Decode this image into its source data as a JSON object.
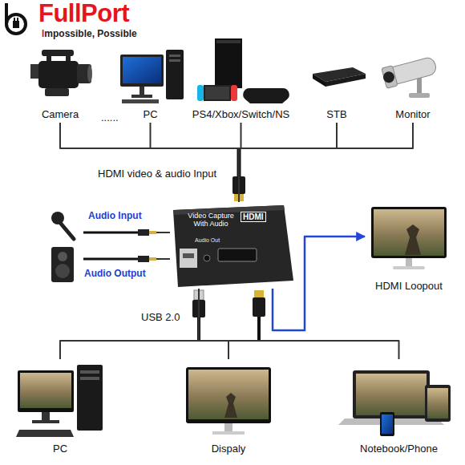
{
  "diagram": {
    "title": "FullPort",
    "nodes": [
      {
        "text": [
          "Camera"
        ]
      },
      {
        "text": [
          "PC"
        ]
      },
      {
        "text": [
          "PS4/Xbox/Switch/NS"
        ]
      },
      {
        "text": [
          "STB"
        ]
      },
      {
        "text": [
          "Monitor"
        ]
      },
      {
        "text": [
          "HDMI",
          "Video Capture With Audio",
          "Audio Out"
        ]
      },
      {
        "text": [
          "Audio Input"
        ]
      },
      {
        "text": [
          "Audio Output"
        ]
      },
      {
        "text": [
          "HDMI Loopout"
        ]
      },
      {
        "text": [
          "PC"
        ]
      },
      {
        "text": [
          "Dispaly"
        ]
      },
      {
        "text": [
          "Notebook/Phone"
        ]
      }
    ],
    "edges": [
      {
        "from": 0,
        "to": 5,
        "arrow": "none"
      },
      {
        "from": 1,
        "to": 5,
        "arrow": "none"
      },
      {
        "from": 2,
        "to": 5,
        "arrow": "none"
      },
      {
        "from": 3,
        "to": 5,
        "arrow": "none"
      },
      {
        "from": 4,
        "to": 5,
        "arrow": "none"
      },
      {
        "from": 6,
        "to": 5,
        "arrow": "none"
      },
      {
        "from": 5,
        "to": 7,
        "arrow": "none"
      },
      {
        "from": 5,
        "to": 8,
        "arrow": "to"
      },
      {
        "from": 5,
        "to": 9,
        "arrow": "none"
      },
      {
        "from": 5,
        "to": 10,
        "arrow": "none"
      },
      {
        "from": 5,
        "to": 11,
        "arrow": "none"
      }
    ],
    "labels": [
      "Impossible, Possible",
      "......",
      "HDMI video & audio Input",
      "USB 2.0"
    ]
  }
}
